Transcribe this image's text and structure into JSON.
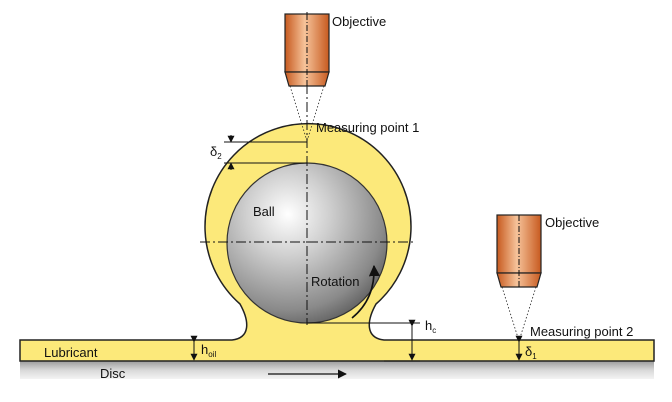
{
  "labels": {
    "objective_1": "Objective",
    "objective_2": "Objective",
    "measuring_point_1": "Measuring point 1",
    "measuring_point_2": "Measuring point 2",
    "ball": "Ball",
    "rotation": "Rotation",
    "lubricant": "Lubricant",
    "disc": "Disc"
  },
  "symbols": {
    "delta_2": {
      "main": "δ",
      "sub": "2"
    },
    "delta_1": {
      "main": "δ",
      "sub": "1"
    },
    "h_c": {
      "main": "h",
      "sub": "c"
    },
    "h_oil": {
      "main": "h",
      "sub": "oil"
    }
  },
  "colors": {
    "lubricant": "#fce97a",
    "objective_orange": "#d96f2c",
    "disc_gray": "#c8c8c8",
    "ball_gray": "#8c8c8c",
    "outline": "#222222"
  }
}
